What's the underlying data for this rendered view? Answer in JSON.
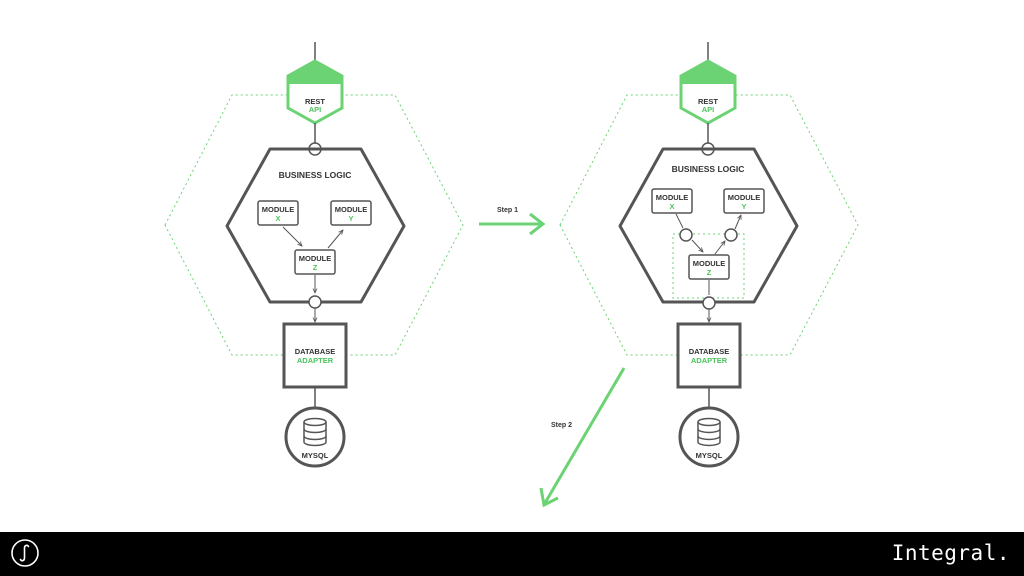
{
  "colors": {
    "accent_green": "#6bd373",
    "dark_stroke": "#555555",
    "background": "#ffffff",
    "footer_bg": "#000000"
  },
  "diagram_left": {
    "api": {
      "line1": "REST",
      "line2": "API"
    },
    "business_title": "BUSINESS LOGIC",
    "module_x": {
      "line1": "MODULE",
      "line2": "X"
    },
    "module_y": {
      "line1": "MODULE",
      "line2": "Y"
    },
    "module_z": {
      "line1": "MODULE",
      "line2": "Z"
    },
    "db_adapter": {
      "line1": "DATABASE",
      "line2": "ADAPTER"
    },
    "mysql": "MYSQL"
  },
  "diagram_right": {
    "api": {
      "line1": "REST",
      "line2": "API"
    },
    "business_title": "BUSINESS LOGIC",
    "module_x": {
      "line1": "MODULE",
      "line2": "X"
    },
    "module_y": {
      "line1": "MODULE",
      "line2": "Y"
    },
    "module_z": {
      "line1": "MODULE",
      "line2": "Z"
    },
    "db_adapter": {
      "line1": "DATABASE",
      "line2": "ADAPTER"
    },
    "mysql": "MYSQL"
  },
  "steps": {
    "step1": "Step 1",
    "step2": "Step 2"
  },
  "footer": {
    "brand": "Integral.",
    "logo_icon": "integral-sign-logo-icon"
  }
}
